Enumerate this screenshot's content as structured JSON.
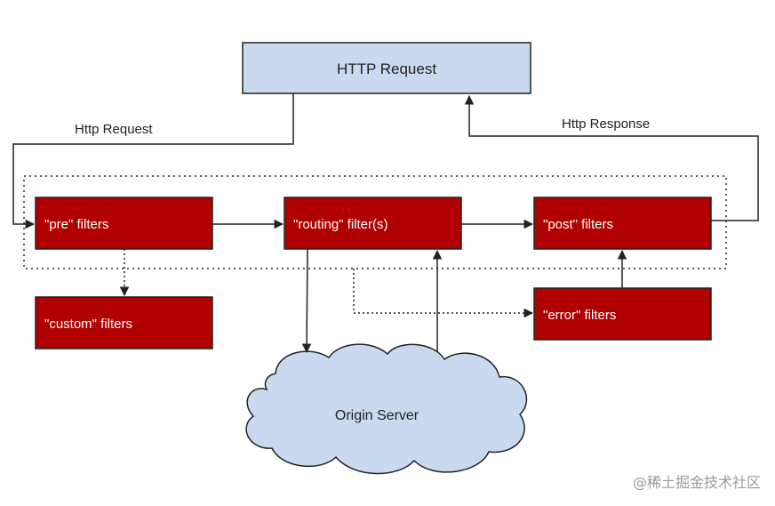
{
  "nodes": {
    "http_request_box": "HTTP Request",
    "pre_filters": "\"pre\" filters",
    "routing_filters": "\"routing\" filter(s)",
    "post_filters": "\"post\" filters",
    "custom_filters": "\"custom\" filters",
    "error_filters": "\"error\" filters",
    "origin_server": "Origin Server"
  },
  "edge_labels": {
    "http_request": "Http Request",
    "http_response": "Http Response"
  },
  "watermark": "@稀土掘金技术社区",
  "colors": {
    "request_box_fill": "#c9daf0",
    "filter_fill": "#b00000",
    "cloud_fill": "#c9daf0",
    "stroke": "#222222"
  }
}
